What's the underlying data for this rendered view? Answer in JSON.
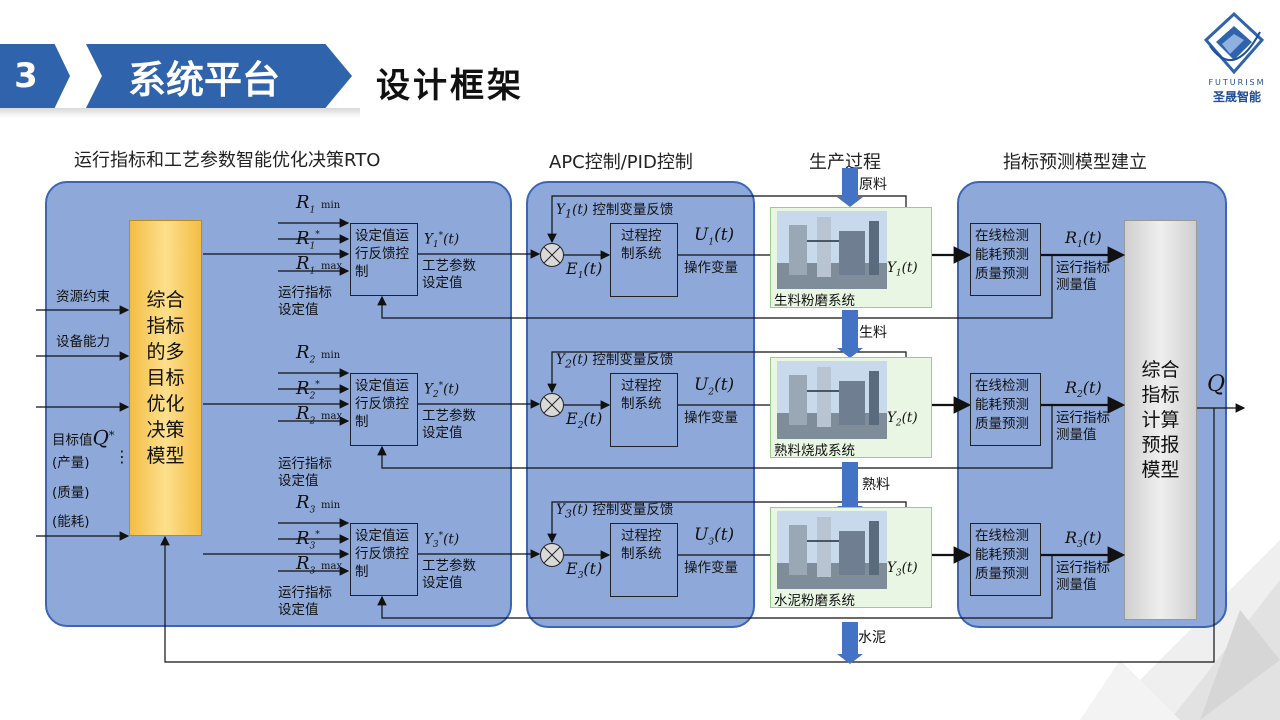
{
  "header": {
    "section_number": "3",
    "section_name": "系统平台",
    "page_title": "设计框架",
    "logo_text": "FUTURISM",
    "logo_cn": "圣晟智能"
  },
  "sections": {
    "rto": "运行指标和工艺参数智能优化决策RTO",
    "apc": "APC控制/PID控制",
    "production": "生产过程",
    "prediction": "指标预测模型建立"
  },
  "left_inputs": {
    "resource": "资源约束",
    "equipment": "设备能力",
    "target": "目标值",
    "target_sym": "Q",
    "target_sup": "*",
    "output_qty": "(产量)",
    "quality": "(质量)",
    "energy": "(能耗)"
  },
  "left_model": "综合指标的多目标优化决策模型",
  "right_model": "综合指标计算预报模型",
  "output_symbol": "Q",
  "rows": [
    {
      "r": "R",
      "sub": "1",
      "min_label": "min",
      "max_label": "max",
      "star_sup": "*",
      "setpoint_control": "设定值运行反馈控制",
      "process_param_line1": "工艺参数",
      "process_param_line2": "设定值",
      "run_index_line1": "运行指标",
      "run_index_line2": "设定值",
      "y_star": "Y",
      "y_star_paren": "(t)",
      "feedback_label": "控制变量反馈",
      "feedback_y": "Y",
      "feedback_t": "(t)",
      "process_control": "过程控制系统",
      "u_sym": "U",
      "u_t": "(t)",
      "op_var": "操作变量",
      "e_sym": "E",
      "e_t": "(t)",
      "system_name": "生料粉磨系统",
      "y_out": "Y",
      "y_out_t": "(t)",
      "predict": "在线检测能耗预测质量预测",
      "r_pred": "R",
      "r_pred_t": "(t)",
      "measured_line1": "运行指标",
      "measured_line2": "测量值"
    },
    {
      "r": "R",
      "sub": "2",
      "min_label": "min",
      "max_label": "max",
      "star_sup": "*",
      "setpoint_control": "设定值运行反馈控制",
      "process_param_line1": "工艺参数",
      "process_param_line2": "设定值",
      "run_index_line1": "运行指标",
      "run_index_line2": "设定值",
      "y_star": "Y",
      "y_star_paren": "(t)",
      "feedback_label": "控制变量反馈",
      "feedback_y": "Y",
      "feedback_t": "(t)",
      "process_control": "过程控制系统",
      "u_sym": "U",
      "u_t": "(t)",
      "op_var": "操作变量",
      "e_sym": "E",
      "e_t": "(t)",
      "system_name": "熟料烧成系统",
      "y_out": "Y",
      "y_out_t": "(t)",
      "predict": "在线检测能耗预测质量预测",
      "r_pred": "R",
      "r_pred_t": "(t)",
      "measured_line1": "运行指标",
      "measured_line2": "测量值"
    },
    {
      "r": "R",
      "sub": "3",
      "min_label": "min",
      "max_label": "max",
      "star_sup": "*",
      "setpoint_control": "设定值运行反馈控制",
      "process_param_line1": "工艺参数",
      "process_param_line2": "设定值",
      "run_index_line1": "运行指标",
      "run_index_line2": "设定值",
      "y_star": "Y",
      "y_star_paren": "(t)",
      "feedback_label": "控制变量反馈",
      "feedback_y": "Y",
      "feedback_t": "(t)",
      "process_control": "过程控制系统",
      "u_sym": "U",
      "u_t": "(t)",
      "op_var": "操作变量",
      "e_sym": "E",
      "e_t": "(t)",
      "system_name": "水泥粉磨系统",
      "y_out": "Y",
      "y_out_t": "(t)",
      "predict": "在线检测能耗预测质量预测",
      "r_pred": "R",
      "r_pred_t": "(t)",
      "measured_line1": "运行指标",
      "measured_line2": "测量值"
    }
  ],
  "materials": {
    "raw": "原料",
    "raw_meal": "生料",
    "clinker": "熟料",
    "cement": "水泥"
  },
  "colors": {
    "header_blue": "#2f63ab",
    "panel_fill": "#8ea9d9",
    "panel_border": "#3b66b5",
    "flow_arrow": "#4472c4"
  }
}
